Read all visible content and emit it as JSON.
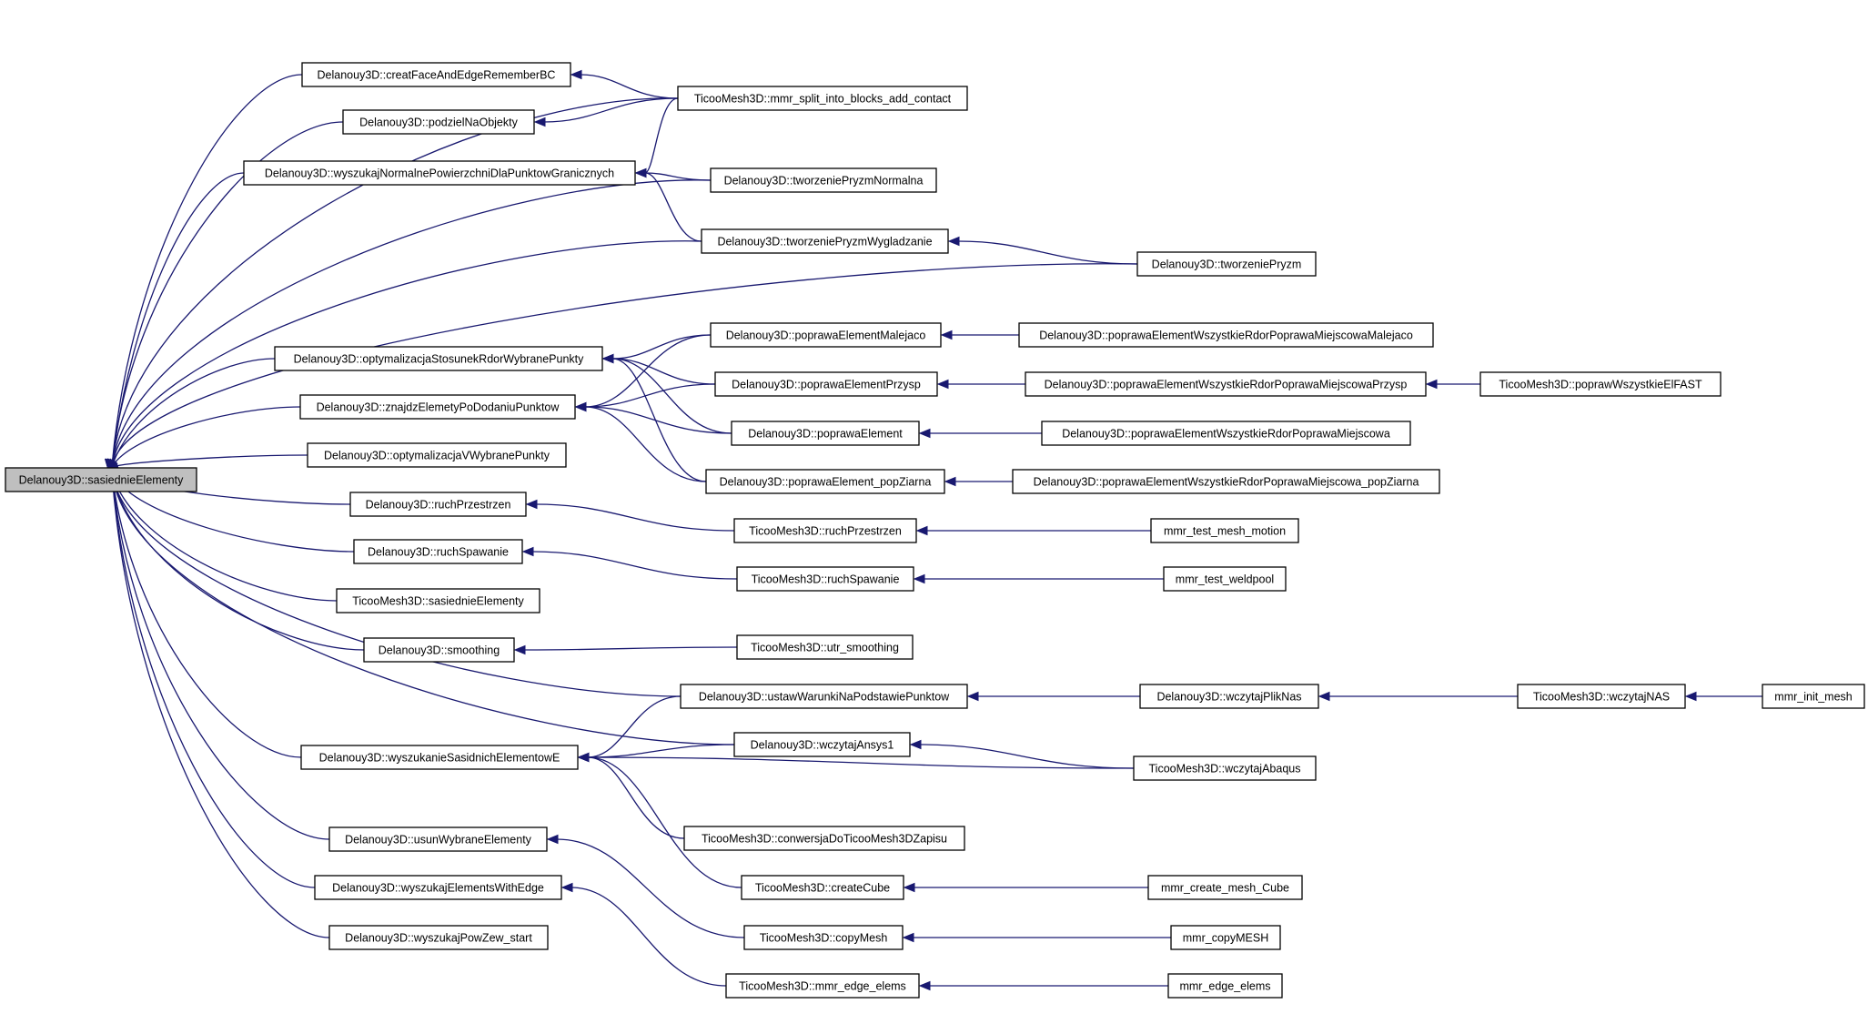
{
  "graph": {
    "root": "Delanouy3D::sasiednieElementy",
    "colors": {
      "edge": "#191970",
      "root_fill": "#bfbfbf",
      "node_fill": "#ffffff",
      "node_border": "#000000"
    },
    "nodes": [
      "Delanouy3D::sasiednieElementy",
      "Delanouy3D::creatFaceAndEdgeRememberBC",
      "Delanouy3D::podzielNaObjekty",
      "Delanouy3D::wyszukajNormalnePowierzchniDlaPunktowGranicznych",
      "Delanouy3D::optymalizacjaStosunekRdorWybranePunkty",
      "Delanouy3D::znajdzElemetyPoDodaniuPunktow",
      "Delanouy3D::optymalizacjaVWybranePunkty",
      "Delanouy3D::ruchPrzestrzen",
      "Delanouy3D::ruchSpawanie",
      "TicooMesh3D::sasiednieElementy",
      "Delanouy3D::smoothing",
      "Delanouy3D::wyszukanieSasidnichElementowE",
      "Delanouy3D::usunWybraneElementy",
      "Delanouy3D::wyszukajElementsWithEdge",
      "Delanouy3D::wyszukajPowZew_start",
      "TicooMesh3D::mmr_split_into_blocks_add_contact",
      "Delanouy3D::tworzeniePryzmNormalna",
      "Delanouy3D::tworzeniePryzmWygladzanie",
      "Delanouy3D::poprawaElementMalejaco",
      "Delanouy3D::poprawaElementPrzysp",
      "Delanouy3D::poprawaElement",
      "Delanouy3D::poprawaElement_popZiarna",
      "TicooMesh3D::ruchPrzestrzen",
      "TicooMesh3D::ruchSpawanie",
      "TicooMesh3D::utr_smoothing",
      "Delanouy3D::ustawWarunkiNaPodstawiePunktow",
      "Delanouy3D::wczytajAnsys1",
      "TicooMesh3D::conwersjaDoTicooMesh3DZapisu",
      "TicooMesh3D::createCube",
      "TicooMesh3D::copyMesh",
      "TicooMesh3D::mmr_edge_elems",
      "Delanouy3D::tworzeniePryzm",
      "Delanouy3D::poprawaElementWszystkieRdorPoprawaMiejscowaMalejaco",
      "Delanouy3D::poprawaElementWszystkieRdorPoprawaMiejscowaPrzysp",
      "Delanouy3D::poprawaElementWszystkieRdorPoprawaMiejscowa",
      "Delanouy3D::poprawaElementWszystkieRdorPoprawaMiejscowa_popZiarna",
      "mmr_test_mesh_motion",
      "mmr_test_weldpool",
      "Delanouy3D::wczytajPlikNas",
      "TicooMesh3D::wczytajAbaqus",
      "mmr_create_mesh_Cube",
      "mmr_copyMESH",
      "mmr_edge_elems",
      "TicooMesh3D::poprawWszystkieElFAST",
      "TicooMesh3D::wczytajNAS",
      "mmr_init_mesh"
    ]
  }
}
